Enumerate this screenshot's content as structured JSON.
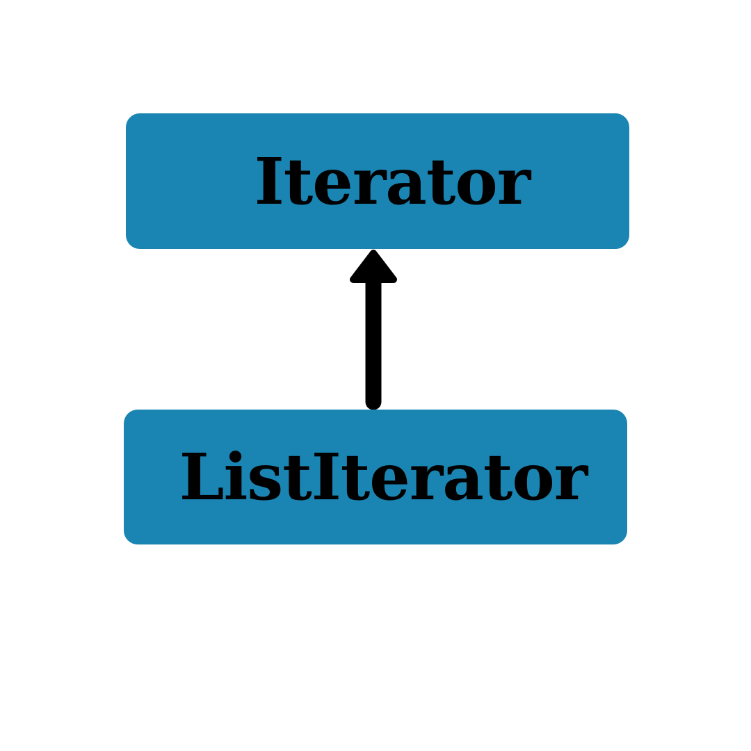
{
  "diagram": {
    "nodes": [
      {
        "id": "iterator",
        "label": "Iterator"
      },
      {
        "id": "list-iterator",
        "label": "ListIterator"
      }
    ],
    "edges": [
      {
        "from": "list-iterator",
        "to": "iterator",
        "style": "arrow"
      }
    ]
  },
  "colors": {
    "box_fill": "#1a85b3",
    "text": "#000000",
    "arrow": "#000000",
    "background": "#ffffff"
  }
}
